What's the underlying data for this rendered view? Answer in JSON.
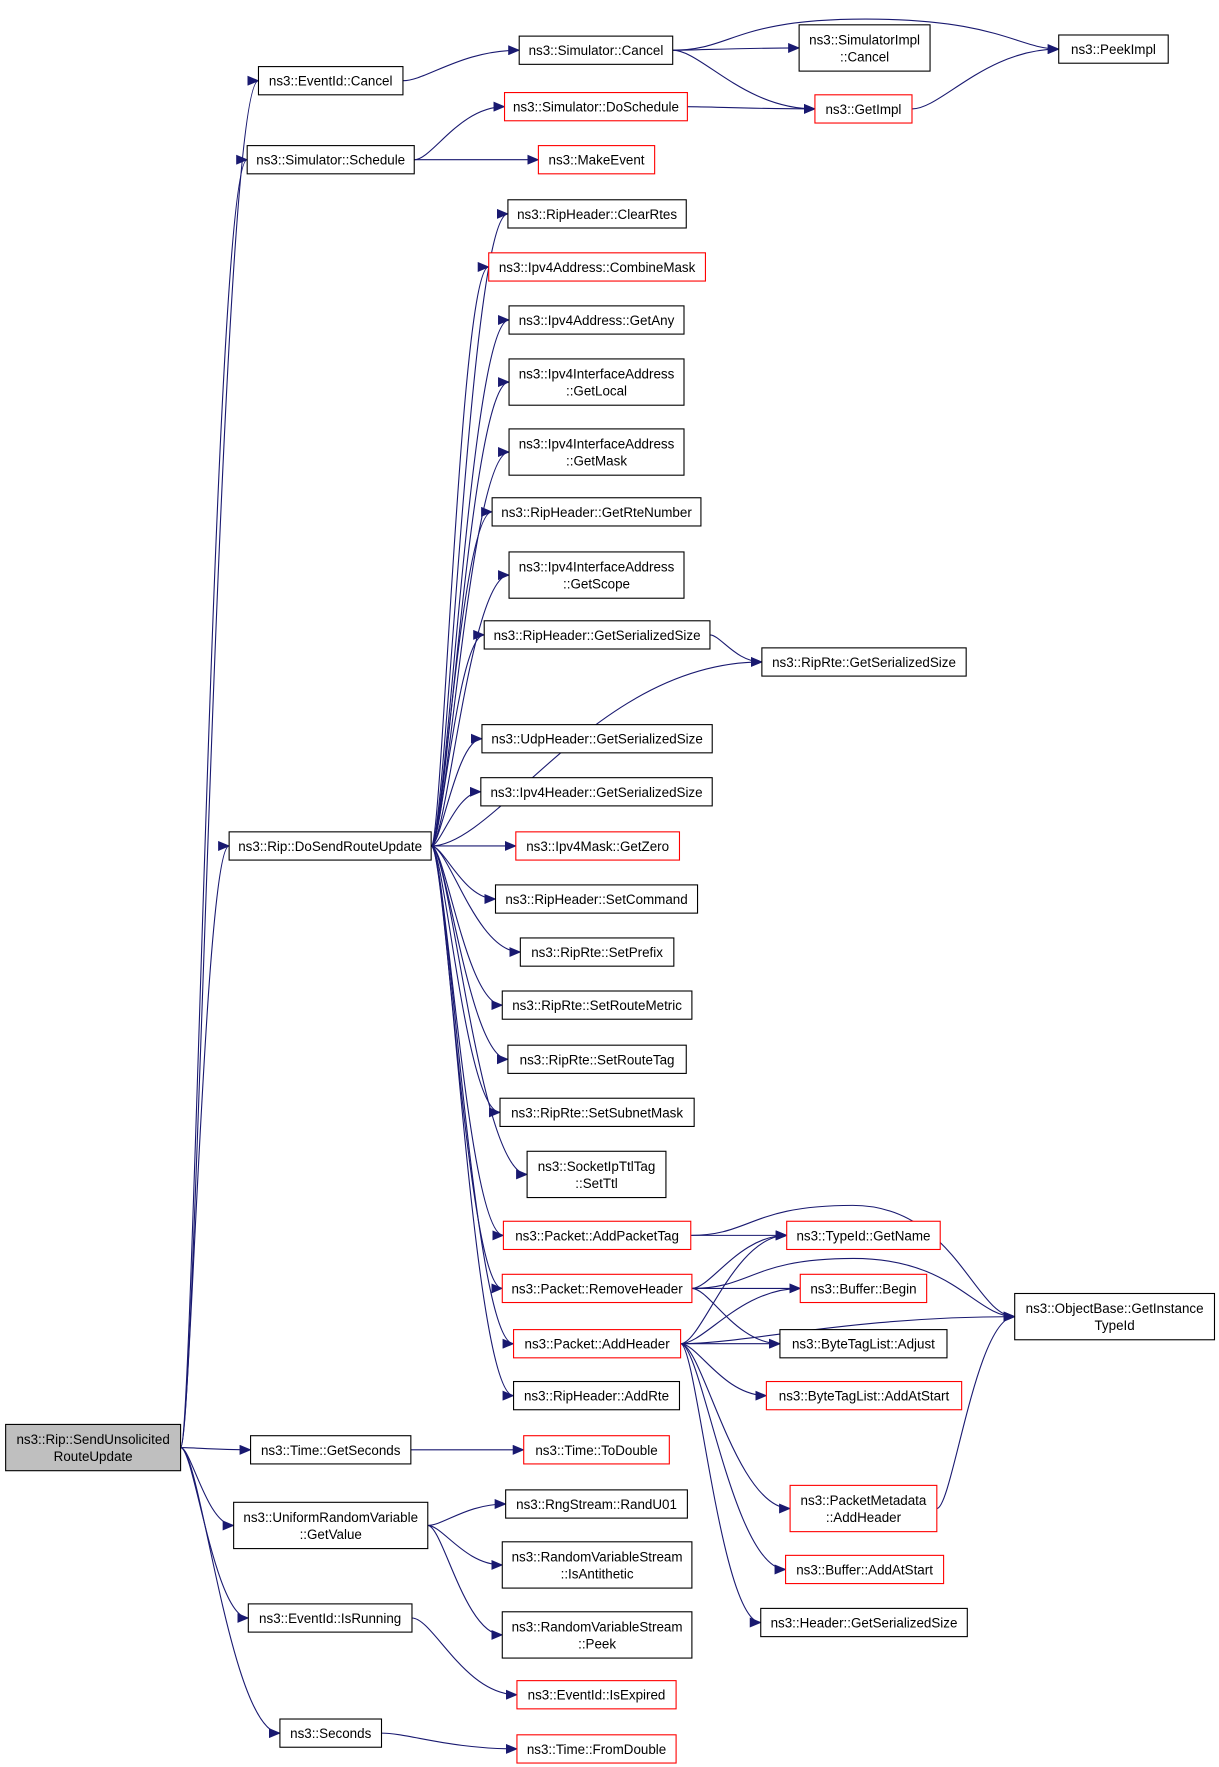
{
  "colors": {
    "edge": "#191970",
    "root_fill": "#bfbfbf",
    "default_border": "#000000",
    "linked_border": "#ff0000",
    "node_fill": "#ffffff"
  },
  "nodes": [
    {
      "id": "root",
      "lines": [
        "ns3::Rip::SendUnsolicited",
        "RouteUpdate"
      ],
      "style": "root"
    },
    {
      "id": "eventid_cancel",
      "lines": [
        "ns3::EventId::Cancel"
      ],
      "style": "black"
    },
    {
      "id": "sim_schedule",
      "lines": [
        "ns3::Simulator::Schedule"
      ],
      "style": "black"
    },
    {
      "id": "rip_dosend",
      "lines": [
        "ns3::Rip::DoSendRouteUpdate"
      ],
      "style": "black"
    },
    {
      "id": "time_getseconds",
      "lines": [
        "ns3::Time::GetSeconds"
      ],
      "style": "black"
    },
    {
      "id": "urv_getvalue",
      "lines": [
        "ns3::UniformRandomVariable",
        "::GetValue"
      ],
      "style": "black"
    },
    {
      "id": "eventid_isrunning",
      "lines": [
        "ns3::EventId::IsRunning"
      ],
      "style": "black"
    },
    {
      "id": "seconds",
      "lines": [
        "ns3::Seconds"
      ],
      "style": "black"
    },
    {
      "id": "sim_cancel",
      "lines": [
        "ns3::Simulator::Cancel"
      ],
      "style": "black"
    },
    {
      "id": "sim_doschedule",
      "lines": [
        "ns3::Simulator::DoSchedule"
      ],
      "style": "red"
    },
    {
      "id": "makeevent",
      "lines": [
        "ns3::MakeEvent"
      ],
      "style": "red"
    },
    {
      "id": "ripheader_clearrtes",
      "lines": [
        "ns3::RipHeader::ClearRtes"
      ],
      "style": "black"
    },
    {
      "id": "ipv4addr_combinemask",
      "lines": [
        "ns3::Ipv4Address::CombineMask"
      ],
      "style": "red"
    },
    {
      "id": "ipv4addr_getany",
      "lines": [
        "ns3::Ipv4Address::GetAny"
      ],
      "style": "black"
    },
    {
      "id": "ipv4ifaddr_getlocal",
      "lines": [
        "ns3::Ipv4InterfaceAddress",
        "::GetLocal"
      ],
      "style": "black"
    },
    {
      "id": "ipv4ifaddr_getmask",
      "lines": [
        "ns3::Ipv4InterfaceAddress",
        "::GetMask"
      ],
      "style": "black"
    },
    {
      "id": "ripheader_getrtenumber",
      "lines": [
        "ns3::RipHeader::GetRteNumber"
      ],
      "style": "black"
    },
    {
      "id": "ipv4ifaddr_getscope",
      "lines": [
        "ns3::Ipv4InterfaceAddress",
        "::GetScope"
      ],
      "style": "black"
    },
    {
      "id": "ripheader_getserializedsize",
      "lines": [
        "ns3::RipHeader::GetSerializedSize"
      ],
      "style": "black"
    },
    {
      "id": "udpheader_getserializedsize",
      "lines": [
        "ns3::UdpHeader::GetSerializedSize"
      ],
      "style": "black"
    },
    {
      "id": "ipv4header_getserializedsize",
      "lines": [
        "ns3::Ipv4Header::GetSerializedSize"
      ],
      "style": "black"
    },
    {
      "id": "ipv4mask_getzero",
      "lines": [
        "ns3::Ipv4Mask::GetZero"
      ],
      "style": "red"
    },
    {
      "id": "ripheader_setcommand",
      "lines": [
        "ns3::RipHeader::SetCommand"
      ],
      "style": "black"
    },
    {
      "id": "riprte_setprefix",
      "lines": [
        "ns3::RipRte::SetPrefix"
      ],
      "style": "black"
    },
    {
      "id": "riprte_setroutemetric",
      "lines": [
        "ns3::RipRte::SetRouteMetric"
      ],
      "style": "black"
    },
    {
      "id": "riprte_setroutetag",
      "lines": [
        "ns3::RipRte::SetRouteTag"
      ],
      "style": "black"
    },
    {
      "id": "riprte_setsubnetmask",
      "lines": [
        "ns3::RipRte::SetSubnetMask"
      ],
      "style": "black"
    },
    {
      "id": "socketipttltag_setttl",
      "lines": [
        "ns3::SocketIpTtlTag",
        "::SetTtl"
      ],
      "style": "black"
    },
    {
      "id": "packet_addpackettag",
      "lines": [
        "ns3::Packet::AddPacketTag"
      ],
      "style": "red"
    },
    {
      "id": "packet_removeheader",
      "lines": [
        "ns3::Packet::RemoveHeader"
      ],
      "style": "red"
    },
    {
      "id": "packet_addheader",
      "lines": [
        "ns3::Packet::AddHeader"
      ],
      "style": "red"
    },
    {
      "id": "ripheader_addrte",
      "lines": [
        "ns3::RipHeader::AddRte"
      ],
      "style": "black"
    },
    {
      "id": "time_todouble",
      "lines": [
        "ns3::Time::ToDouble"
      ],
      "style": "red"
    },
    {
      "id": "rngstream_randu01",
      "lines": [
        "ns3::RngStream::RandU01"
      ],
      "style": "black"
    },
    {
      "id": "rvs_isantithetic",
      "lines": [
        "ns3::RandomVariableStream",
        "::IsAntithetic"
      ],
      "style": "black"
    },
    {
      "id": "rvs_peek",
      "lines": [
        "ns3::RandomVariableStream",
        "::Peek"
      ],
      "style": "black"
    },
    {
      "id": "eventid_isexpired",
      "lines": [
        "ns3::EventId::IsExpired"
      ],
      "style": "red"
    },
    {
      "id": "time_fromdouble",
      "lines": [
        "ns3::Time::FromDouble"
      ],
      "style": "red"
    },
    {
      "id": "simimpl_cancel",
      "lines": [
        "ns3::SimulatorImpl",
        "::Cancel"
      ],
      "style": "black"
    },
    {
      "id": "getimpl",
      "lines": [
        "ns3::GetImpl"
      ],
      "style": "red"
    },
    {
      "id": "riprte_getserializedsize",
      "lines": [
        "ns3::RipRte::GetSerializedSize"
      ],
      "style": "black"
    },
    {
      "id": "typeid_getname",
      "lines": [
        "ns3::TypeId::GetName"
      ],
      "style": "red"
    },
    {
      "id": "buffer_begin",
      "lines": [
        "ns3::Buffer::Begin"
      ],
      "style": "red"
    },
    {
      "id": "bytetaglist_adjust",
      "lines": [
        "ns3::ByteTagList::Adjust"
      ],
      "style": "black"
    },
    {
      "id": "bytetaglist_addatstart",
      "lines": [
        "ns3::ByteTagList::AddAtStart"
      ],
      "style": "red"
    },
    {
      "id": "packetmetadata_addheader",
      "lines": [
        "ns3::PacketMetadata",
        "::AddHeader"
      ],
      "style": "red"
    },
    {
      "id": "buffer_addatstart",
      "lines": [
        "ns3::Buffer::AddAtStart"
      ],
      "style": "red"
    },
    {
      "id": "header_getserializedsize",
      "lines": [
        "ns3::Header::GetSerializedSize"
      ],
      "style": "black"
    },
    {
      "id": "peekimpl",
      "lines": [
        "ns3::PeekImpl"
      ],
      "style": "black"
    },
    {
      "id": "objectbase_getinstancetypeid",
      "lines": [
        "ns3::ObjectBase::GetInstance",
        "TypeId"
      ],
      "style": "black"
    }
  ]
}
